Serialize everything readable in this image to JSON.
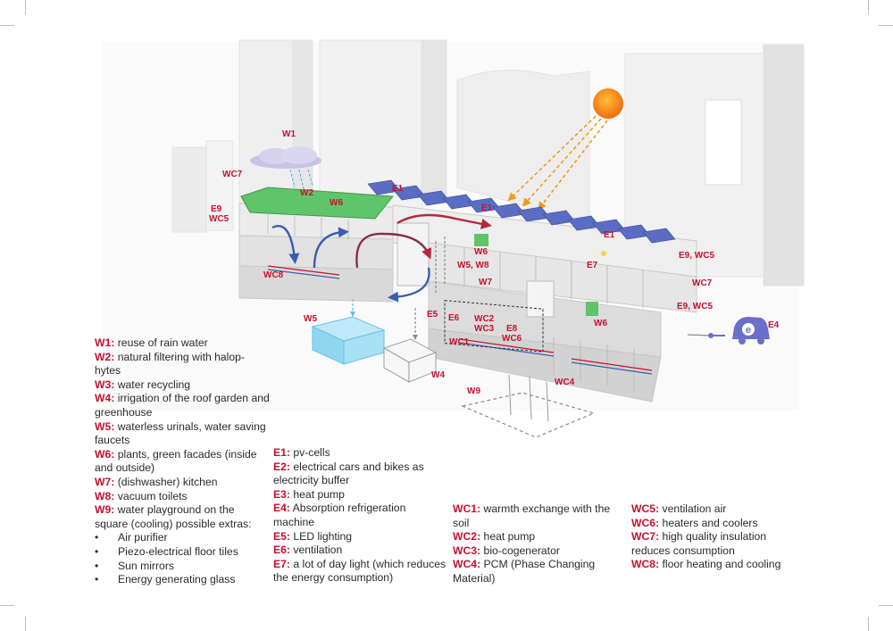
{
  "callouts": {
    "W1": "W1",
    "W2": "W2",
    "W4": "W4",
    "W5": "W5",
    "W6a": "W6",
    "W6b": "W6",
    "W6c": "W6",
    "W7": "W7",
    "W5W8": "W5, W8",
    "W9": "W9",
    "WC7_left": "WC7",
    "E9_left": "E9",
    "WC5_left": "WC5",
    "WC8": "WC8",
    "E1a": "E1",
    "E1b": "E1",
    "E1c": "E1",
    "E7": "E7",
    "E9WC5_top": "E9, WC5",
    "WC7_right": "WC7",
    "E9WC5_bottom": "E9, WC5",
    "E4": "E4",
    "E5": "E5",
    "E6": "E6",
    "WC2": "WC2",
    "WC3": "WC3",
    "E8": "E8",
    "WC6": "WC6",
    "WC1": "WC1",
    "WC4": "WC4"
  },
  "legend_w": [
    {
      "code": "W1:",
      "text": " reuse of rain water"
    },
    {
      "code": "W2:",
      "text": " natural filtering with halop-hytes"
    },
    {
      "code": "W3:",
      "text": " water recycling"
    },
    {
      "code": "W4:",
      "text": " irrigation of the roof garden and greenhouse"
    },
    {
      "code": "W5:",
      "text": " waterless urinals, water saving faucets"
    },
    {
      "code": "W6:",
      "text": " plants, green facades (inside and outside)"
    },
    {
      "code": "W7:",
      "text": " (dishwasher) kitchen"
    },
    {
      "code": "W8:",
      "text": " vacuum toilets"
    },
    {
      "code": "W9:",
      "text": " water playground on the square (cooling) possible extras:"
    }
  ],
  "extras": [
    "Air purifier",
    "Piezo-electrical floor tiles",
    "Sun mirrors",
    "Energy generating glass"
  ],
  "bullet_char": "•",
  "legend_e": [
    {
      "code": "E1:",
      "text": " pv-cells"
    },
    {
      "code": "E2:",
      "text": " electrical cars and bikes as electricity buffer"
    },
    {
      "code": "E3:",
      "text": " heat pump"
    },
    {
      "code": "E4:",
      "text": " Absorption refrigeration machine"
    },
    {
      "code": "E5:",
      "text": " LED lighting"
    },
    {
      "code": "E6:",
      "text": " ventilation"
    },
    {
      "code": "E7:",
      "text": " a lot of day light (which reduces the energy consumption)"
    }
  ],
  "legend_wc1": [
    {
      "code": "WC1:",
      "text": " warmth exchange with the soil"
    },
    {
      "code": "WC2:",
      "text": " heat pump"
    },
    {
      "code": "WC3:",
      "text": " bio-cogenerator"
    },
    {
      "code": "WC4:",
      "text": " PCM (Phase Changing Material)"
    }
  ],
  "legend_wc2": [
    {
      "code": "WC5:",
      "text": " ventilation air"
    },
    {
      "code": "WC6:",
      "text": " heaters and coolers"
    },
    {
      "code": "WC7:",
      "text": " high quality insulation reduces consumption"
    },
    {
      "code": "WC8:",
      "text": " floor heating and cooling"
    }
  ],
  "car_letter": "e",
  "colors": {
    "accent_red": "#c8102e",
    "sun": "#f39a1e",
    "pv_blue": "#5a6cc4",
    "roof_green": "#5fc46a",
    "water_blue": "#7fd0ee",
    "car_purple": "#6a6fc9"
  }
}
